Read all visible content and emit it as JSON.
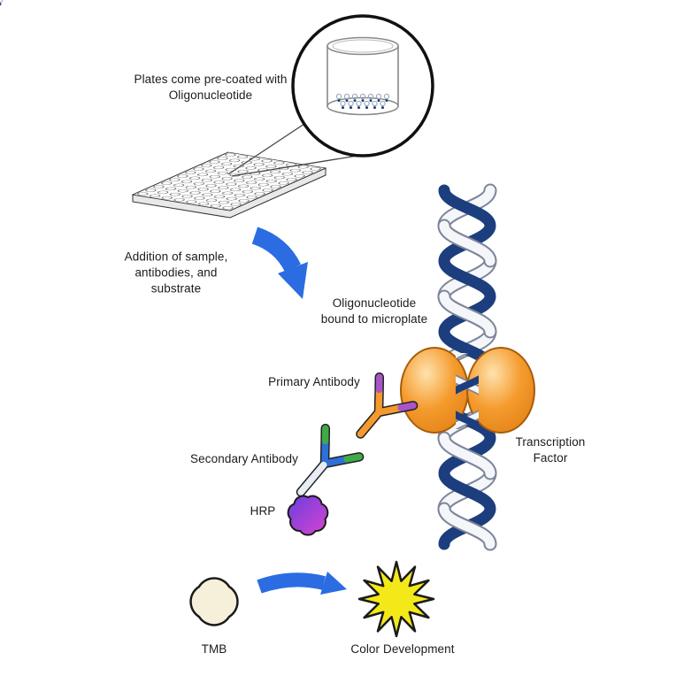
{
  "labels": {
    "plate_precoat": "Plates come pre-coated with\nOligonucleotide",
    "addition": "Addition of sample,\nantibodies, and\nsubstrate",
    "oligo_bound": "Oligonucleotide\nbound to microplate",
    "primary_antibody": "Primary Antibody",
    "secondary_antibody": "Secondary Antibody",
    "hrp": "HRP",
    "transcription_factor": "Transcription\nFactor",
    "tmb": "TMB",
    "color_development": "Color Development"
  },
  "colors": {
    "arrow_blue": "#2b6ce2",
    "dna_navy": "#1d3e7e",
    "dna_strand_outline": "#7d8699",
    "dna_strand_fill": "#f4f6fa",
    "tf_orange": "#f59b2d",
    "tf_outline": "#a85c0a",
    "primary_body": "#f49a2e",
    "primary_tip": "#a855c8",
    "secondary_body": "#2e6fd8",
    "secondary_tip": "#3faa47",
    "secondary_stem": "#e8ecf4",
    "hrp_purple": "#6a3fe0",
    "hrp_magenta": "#d943cf",
    "tmb_cream": "#f6efda",
    "burst_yellow": "#f4e918",
    "outline_dark": "#1a1a1a"
  }
}
